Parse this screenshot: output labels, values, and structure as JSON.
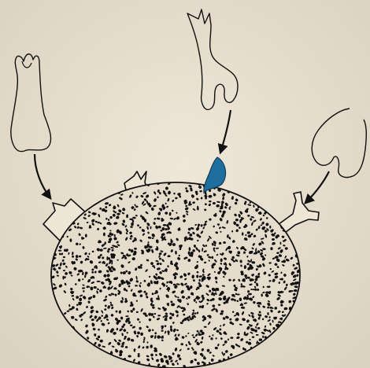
{
  "diagram": {
    "title": "",
    "colors": {
      "paper": "#e9e1d2",
      "ink": "#111111",
      "highlight": "#1f6f9e",
      "cell_fill": "#e6dccb"
    },
    "elements": [
      {
        "id": "cell-body",
        "kind": "textured oval"
      },
      {
        "id": "receptor-left",
        "kind": "notched site"
      },
      {
        "id": "receptor-top",
        "kind": "notched site"
      },
      {
        "id": "receptor-drop",
        "kind": "blue droplet"
      },
      {
        "id": "receptor-right",
        "kind": "branched site"
      },
      {
        "id": "molecule-1",
        "kind": "tall outline with notched top"
      },
      {
        "id": "molecule-2",
        "kind": "forked stalk with hook"
      },
      {
        "id": "molecule-3",
        "kind": "hook outline"
      }
    ]
  }
}
